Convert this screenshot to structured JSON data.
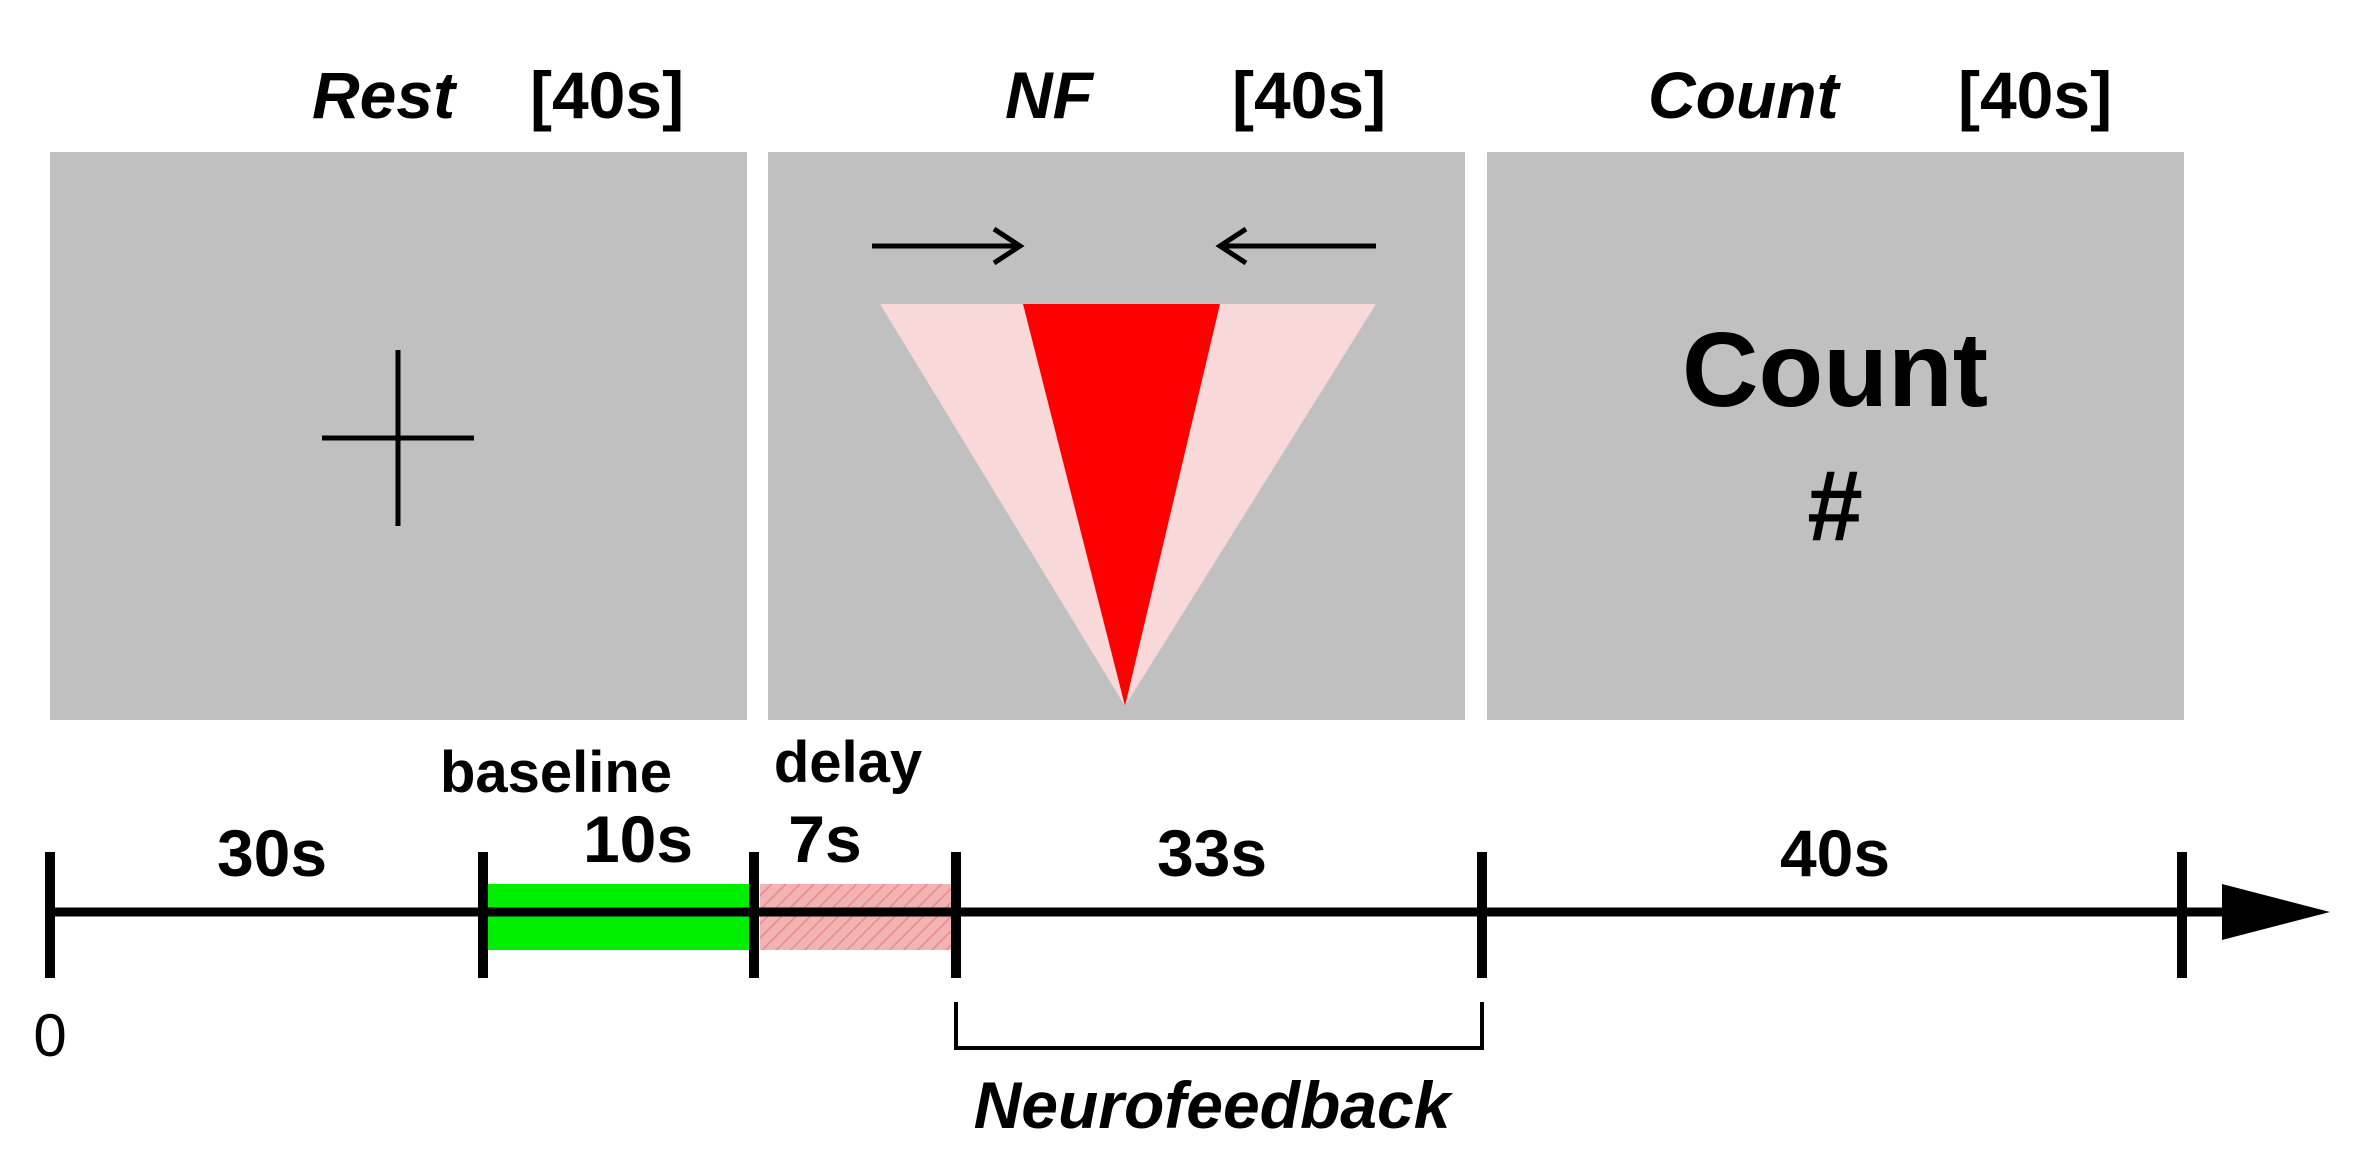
{
  "panels": {
    "rest": {
      "name": "Rest",
      "duration": "[40s]"
    },
    "nf": {
      "name": "NF",
      "duration": "[40s]"
    },
    "count": {
      "name": "Count",
      "duration": "[40s]",
      "screen_word": "Count",
      "screen_symbol": "#"
    }
  },
  "timeline": {
    "origin_label": "0",
    "segments": [
      {
        "label": "30s"
      },
      {
        "label": "baseline",
        "value": "10s"
      },
      {
        "label": "delay",
        "value": "7s"
      },
      {
        "label": "33s"
      },
      {
        "label": "40s"
      }
    ],
    "neurofeedback_label": "Neurofeedback"
  },
  "colors": {
    "screen_gray": "#c0c0c0",
    "baseline_green": "#00ee00",
    "delay_pink": "#f0a8a8",
    "feedback_red": "#ff0000",
    "feedback_light": "#f8d8d8"
  }
}
